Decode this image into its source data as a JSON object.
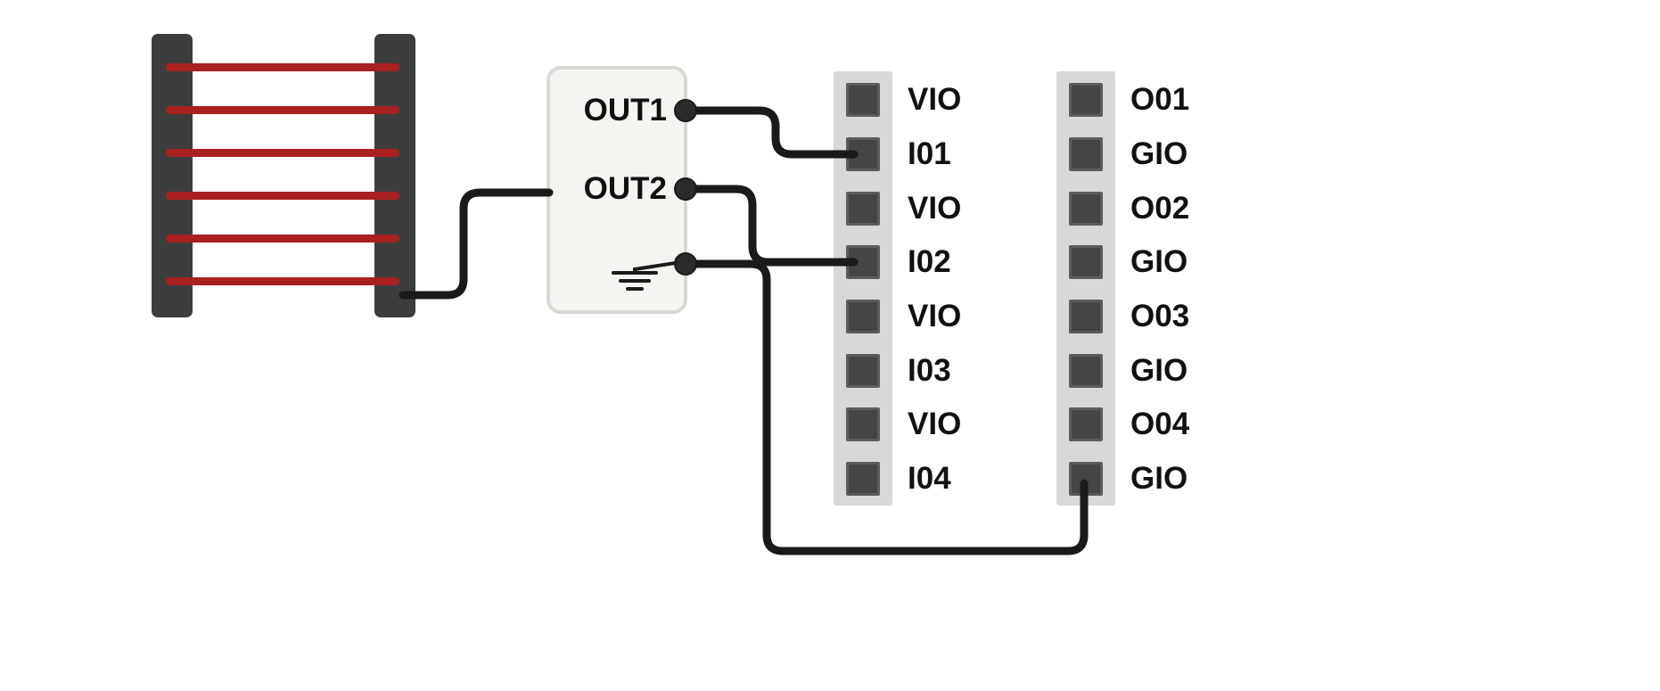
{
  "colors": {
    "background": "#ffffff",
    "wire": "#1a1a1a",
    "beam": "#a92020",
    "bar": "#3d3d3d",
    "strip_bg": "#d8d8d8",
    "pin": "#454545",
    "device_bg": "#f4f4f1",
    "device_border": "#d9d9d4",
    "text": "#111111"
  },
  "light_curtain": {
    "beam_count": 6
  },
  "device": {
    "out1_label": "OUT1",
    "out2_label": "OUT2",
    "ground_icon": "ground-symbol"
  },
  "left_strip": {
    "labels": [
      "VIO",
      "I01",
      "VIO",
      "I02",
      "VIO",
      "I03",
      "VIO",
      "I04"
    ]
  },
  "right_strip": {
    "labels": [
      "O01",
      "GIO",
      "O02",
      "GIO",
      "O03",
      "GIO",
      "O04",
      "GIO"
    ]
  },
  "connections": [
    {
      "from": "light-curtain",
      "to": "OUT2"
    },
    {
      "from": "OUT1",
      "to": "I01"
    },
    {
      "from": "OUT2",
      "to": "I02"
    },
    {
      "from": "ground",
      "to": "GIO-bottom"
    }
  ]
}
